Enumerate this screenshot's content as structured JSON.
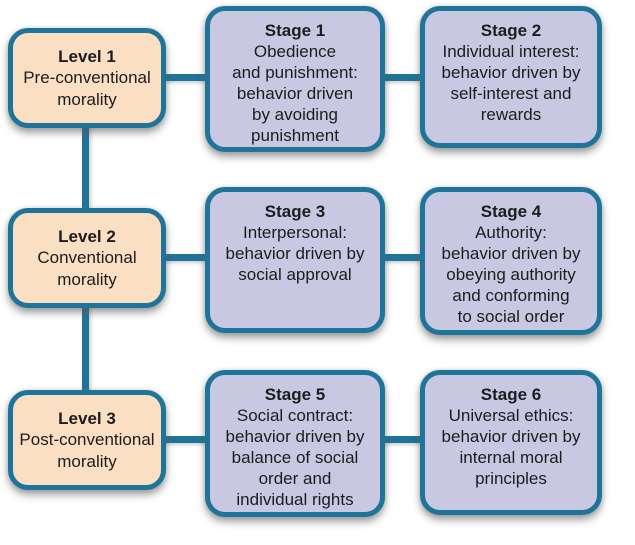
{
  "colors": {
    "border_teal": "#1F7499",
    "level_fill": "#FADFC2",
    "stage_fill": "#C8C8E3",
    "text": "#1C1C1E"
  },
  "boxes": {
    "level1": {
      "title": "Level 1",
      "body": "Pre-conventional\nmorality"
    },
    "level2": {
      "title": "Level 2",
      "body": "Conventional\nmorality"
    },
    "level3": {
      "title": "Level 3",
      "body": "Post-conventional\nmorality"
    },
    "stage1": {
      "title": "Stage 1",
      "body": "Obedience\nand punishment:\nbehavior driven\nby avoiding\npunishment"
    },
    "stage2": {
      "title": "Stage 2",
      "body": "Individual interest:\nbehavior driven by\nself-interest and\nrewards"
    },
    "stage3": {
      "title": "Stage 3",
      "body": "Interpersonal:\nbehavior driven by\nsocial approval"
    },
    "stage4": {
      "title": "Stage 4",
      "body": "Authority:\nbehavior driven by\nobeying authority\nand conforming\nto social order"
    },
    "stage5": {
      "title": "Stage 5",
      "body": "Social contract:\nbehavior driven by\nbalance of social\norder and\nindividual rights"
    },
    "stage6": {
      "title": "Stage 6",
      "body": "Universal ethics:\nbehavior driven by\ninternal moral\nprinciples"
    }
  }
}
